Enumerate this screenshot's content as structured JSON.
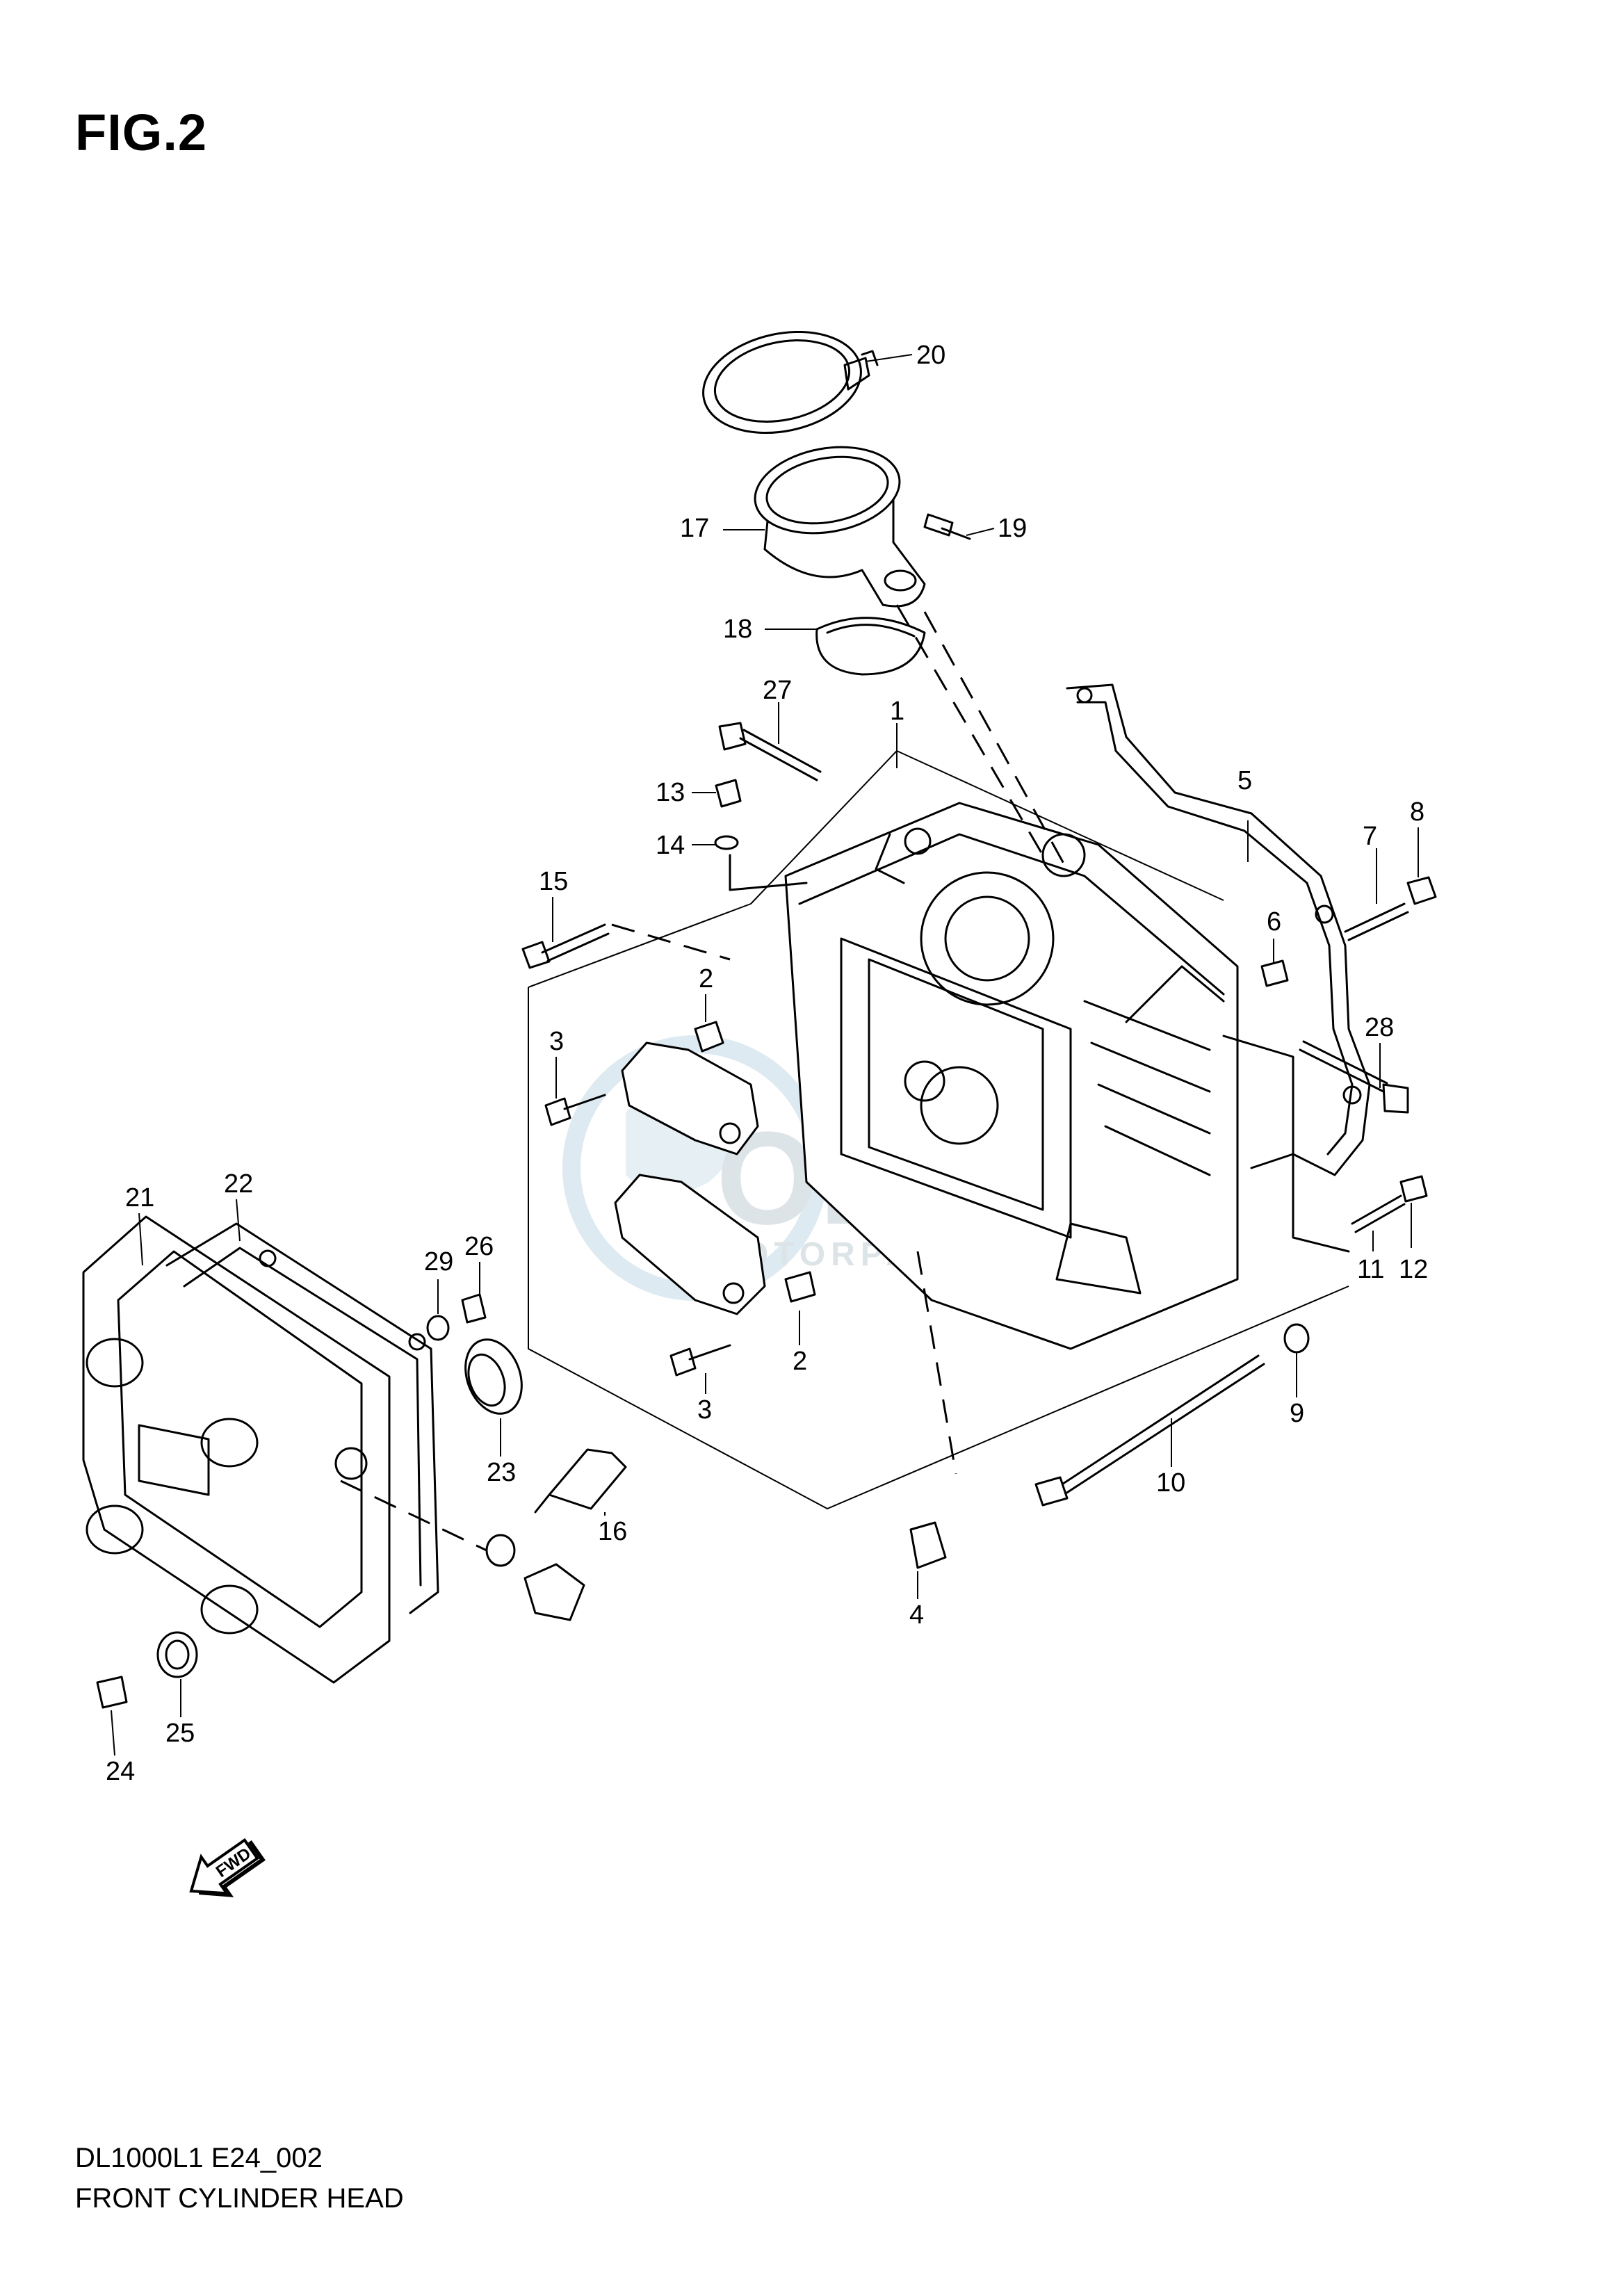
{
  "figure_title": "FIG.2",
  "fwd_label": "FWD",
  "watermark": {
    "main": "OEM",
    "sub": "MOTORPARTS"
  },
  "footer": {
    "code": "DL1000L1 E24_002",
    "caption": "FRONT CYLINDER HEAD"
  },
  "callouts": {
    "c1": "1",
    "c2a": "2",
    "c2b": "2",
    "c3a": "3",
    "c3b": "3",
    "c4": "4",
    "c5": "5",
    "c6": "6",
    "c7": "7",
    "c8": "8",
    "c9": "9",
    "c10": "10",
    "c11": "11",
    "c12": "12",
    "c13": "13",
    "c14": "14",
    "c15": "15",
    "c16": "16",
    "c17": "17",
    "c18": "18",
    "c19": "19",
    "c20": "20",
    "c21": "21",
    "c22": "22",
    "c23": "23",
    "c24": "24",
    "c25": "25",
    "c26": "26",
    "c27": "27",
    "c28": "28",
    "c29": "29"
  }
}
